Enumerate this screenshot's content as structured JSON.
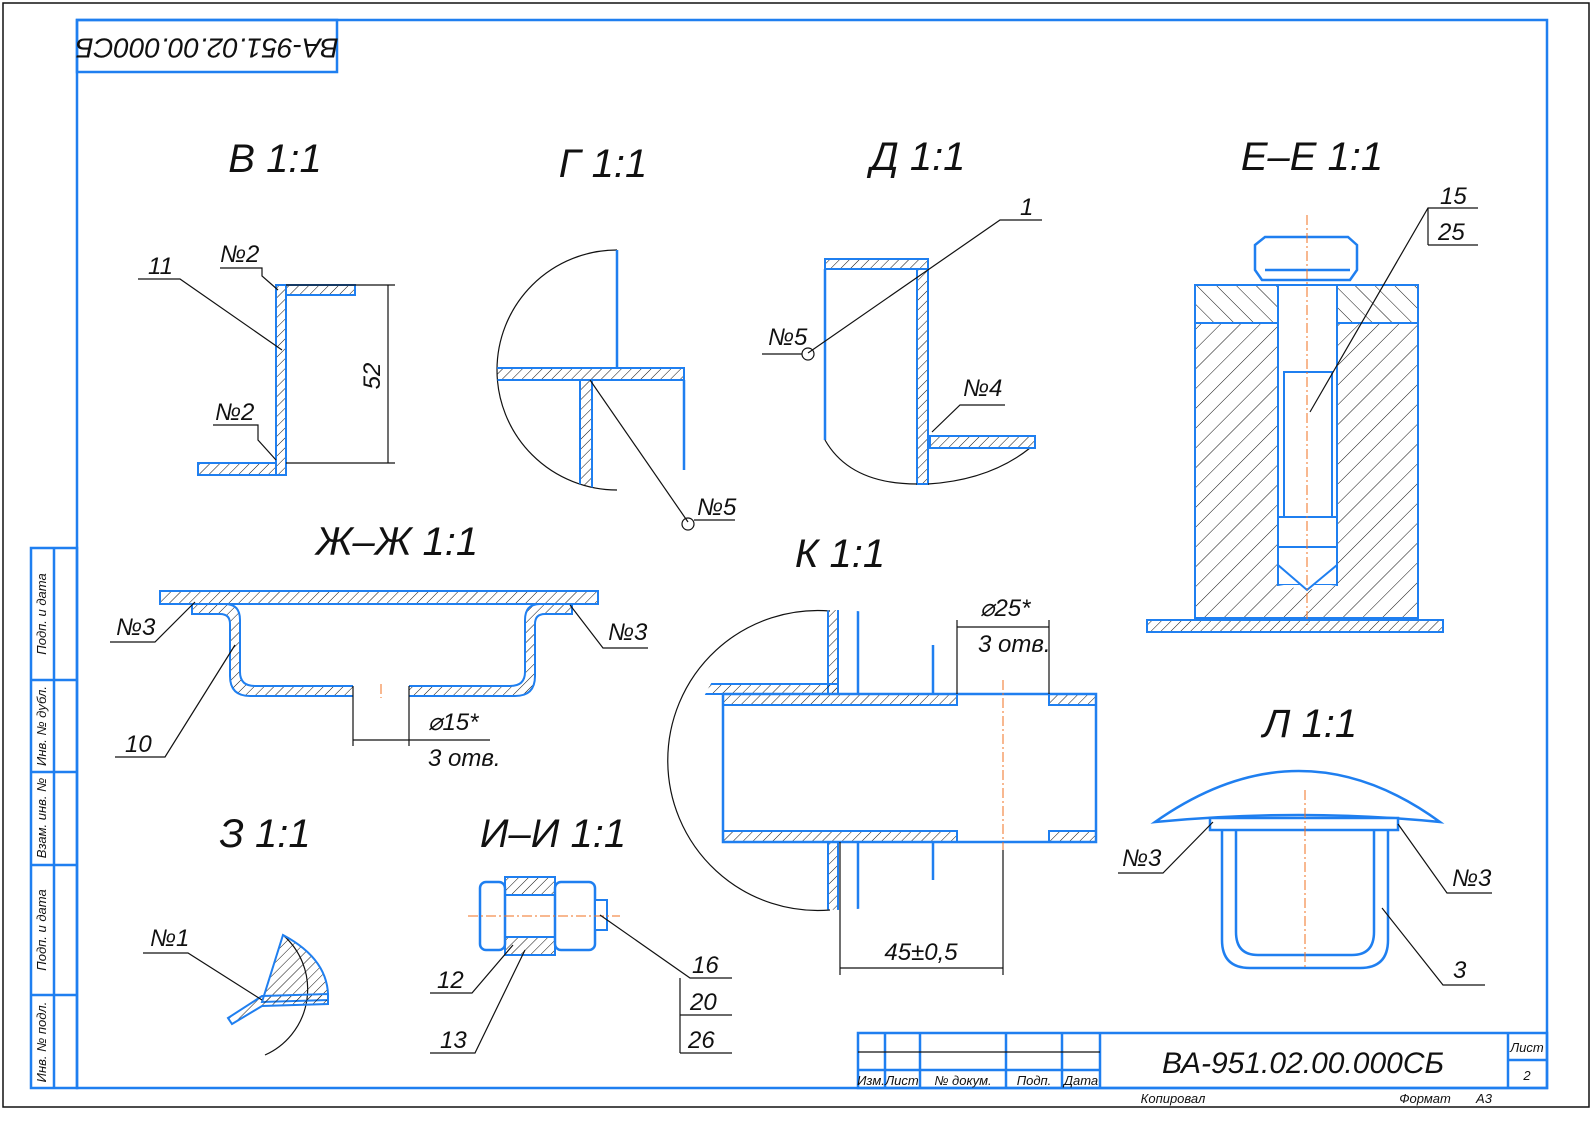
{
  "stamp_code": "ВА-951.02.00.000СБ",
  "views": {
    "v": "В 1:1",
    "g": "Г 1:1",
    "d": "Д 1:1",
    "ee": "Е–Е 1:1",
    "zhzh": "Ж–Ж 1:1",
    "k": "К 1:1",
    "z": "З 1:1",
    "ii": "И–И 1:1",
    "l": "Л 1:1"
  },
  "labels": {
    "v_pos": "11",
    "v_weld1": "№2",
    "v_weld2": "№2",
    "v_dim": "52",
    "g_weld": "№5",
    "d_pos": "1",
    "d_weld5": "№5",
    "d_weld4": "№4",
    "ee_pos_top": "15",
    "ee_pos_bottom": "25",
    "zh_weld_left": "№3",
    "zh_weld_right": "№3",
    "zh_pos": "10",
    "zh_dia": "⌀15*",
    "zh_holes": "3 отв.",
    "k_dia": "⌀25*",
    "k_holes": "3 отв.",
    "k_dim": "45±0,5",
    "z_weld": "№1",
    "ii_pos12": "12",
    "ii_pos13": "13",
    "ii_pos16": "16",
    "ii_pos20": "20",
    "ii_pos26": "26",
    "l_weld_left": "№3",
    "l_weld_right": "№3",
    "l_pos": "3"
  },
  "title_block": {
    "code": "ВА-951.02.00.000СБ",
    "cols": [
      "Изм.",
      "Лист",
      "№ докум.",
      "Подп.",
      "Дата"
    ],
    "sheet_label": "Лист",
    "sheet_number": "2",
    "copied": "Копировал",
    "format_label": "Формат",
    "format_value": "А3"
  },
  "side_strip": [
    "Подп. и дата",
    "Инв. № дубл.",
    "Взам. инв. №",
    "Подп. и дата",
    "Инв. № подл."
  ]
}
